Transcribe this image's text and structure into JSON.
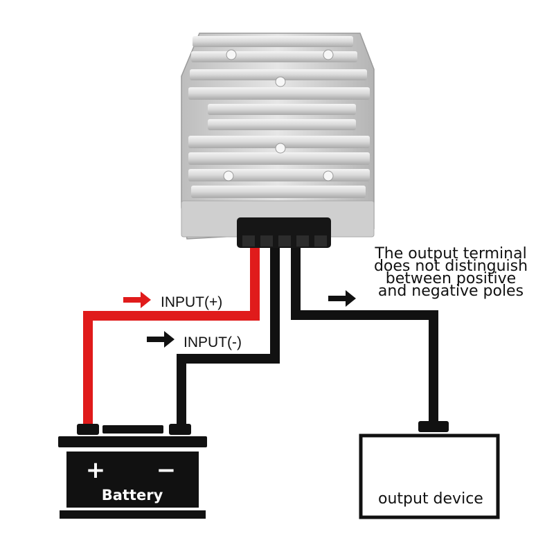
{
  "labels": {
    "input_positive": "INPUT(+)",
    "input_negative": "INPUT(-)",
    "note_lines": [
      "The output terminal",
      "does not distinguish",
      "between positive",
      "and negative poles"
    ],
    "battery": "Battery",
    "battery_plus": "+",
    "battery_minus": "−",
    "output_device": "output device"
  },
  "colors": {
    "positive_wire": "#e01b1b",
    "negative_wire": "#111111",
    "arrow_positive": "#e01b1b",
    "arrow_negative": "#111111",
    "converter_body": "#c9c9c9",
    "battery_body": "#111111"
  },
  "icons": {
    "converter": "dc-converter-icon",
    "battery": "battery-icon",
    "arrow": "arrow-right-icon"
  }
}
